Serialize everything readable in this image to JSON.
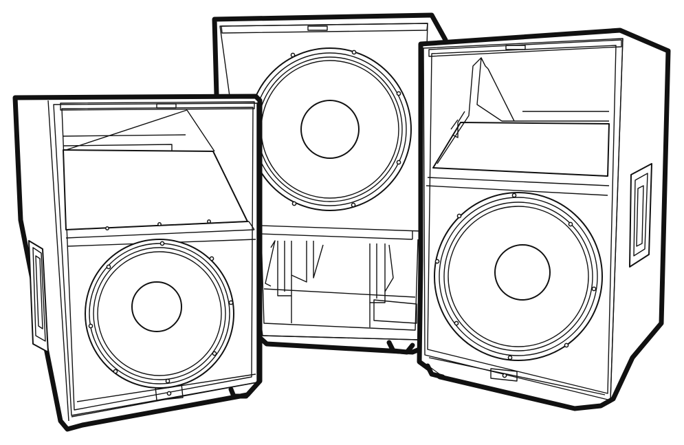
{
  "figure": {
    "subject": "line-art",
    "colors": {
      "stroke": "#111111",
      "background": "#ffffff"
    },
    "speakers": [
      {
        "id": "subwoofer-center",
        "type": "subwoofer"
      },
      {
        "id": "speaker-left",
        "type": "two-way"
      },
      {
        "id": "speaker-right",
        "type": "two-way"
      }
    ]
  }
}
